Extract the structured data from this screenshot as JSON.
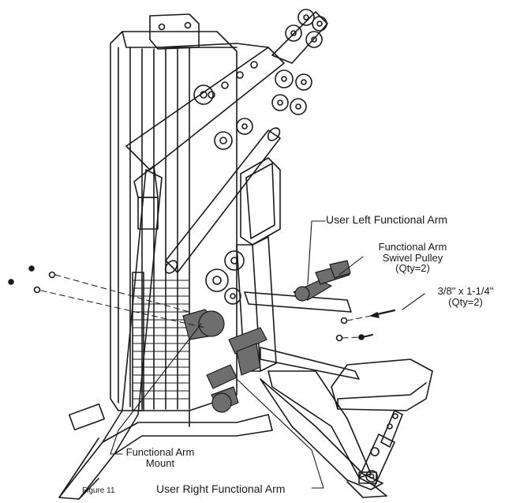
{
  "callouts": {
    "user_left_arm": "User Left Functional Arm",
    "swivel_pulley_l1": "Functional Arm",
    "swivel_pulley_l2": "Swivel Pulley",
    "swivel_pulley_l3": "(Qty=2)",
    "bolt_l1": "3/8\" x 1-1/4\"",
    "bolt_l2": "(Qty=2)",
    "arm_mount_l1": "Functional Arm",
    "arm_mount_l2": "Mount",
    "user_right_arm": "User Right Functional Arm"
  },
  "figure": {
    "caption": "Figure 11"
  },
  "colors": {
    "line": "#1a1a1a",
    "part_highlight": "#6e6e6e",
    "background": "#ffffff"
  }
}
